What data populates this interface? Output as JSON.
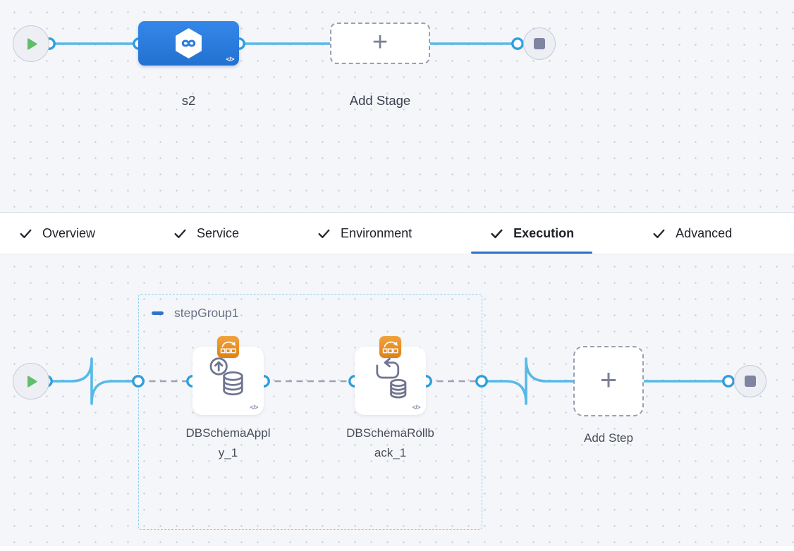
{
  "glyphs": {
    "plus": "+",
    "code_tag": "</>"
  },
  "pipeline_canvas": {
    "stage": {
      "name": "s2",
      "icon": "harness-cd-hexagon-icon"
    },
    "add_stage": {
      "label": "Add Stage"
    },
    "start_icon": "play-icon",
    "end_icon": "stop-icon"
  },
  "tab_bar": {
    "active_tab": "Execution",
    "tabs": [
      {
        "label": "Overview",
        "checked": true
      },
      {
        "label": "Service",
        "checked": true
      },
      {
        "label": "Environment",
        "checked": true
      },
      {
        "label": "Execution",
        "checked": true
      },
      {
        "label": "Advanced",
        "checked": true
      }
    ]
  },
  "execution_canvas": {
    "step_group": {
      "name": "stepGroup1",
      "collapse_icon": "minus-icon"
    },
    "steps": [
      {
        "name": "DBSchemaApply_1",
        "badge_icon": "aws-orange-badge-icon",
        "icon": "db-schema-apply-icon"
      },
      {
        "name": "DBSchemaRollback_1",
        "badge_icon": "aws-orange-badge-icon",
        "icon": "db-schema-rollback-icon"
      }
    ],
    "add_step": {
      "label": "Add Step"
    }
  },
  "colors": {
    "canvas_bg": "#F5F6F9",
    "connector_blue": "#57B9E8",
    "port_ring_blue": "#2E9FDD",
    "stage_node_blue": "#2B7DE1",
    "badge_orange": "#E8892A",
    "step_group_border": "#8FCEF2",
    "active_tab_underline": "#2B71C8",
    "play_green": "#5FBE68",
    "dashed_connector_gray": "#9DA3B4"
  }
}
